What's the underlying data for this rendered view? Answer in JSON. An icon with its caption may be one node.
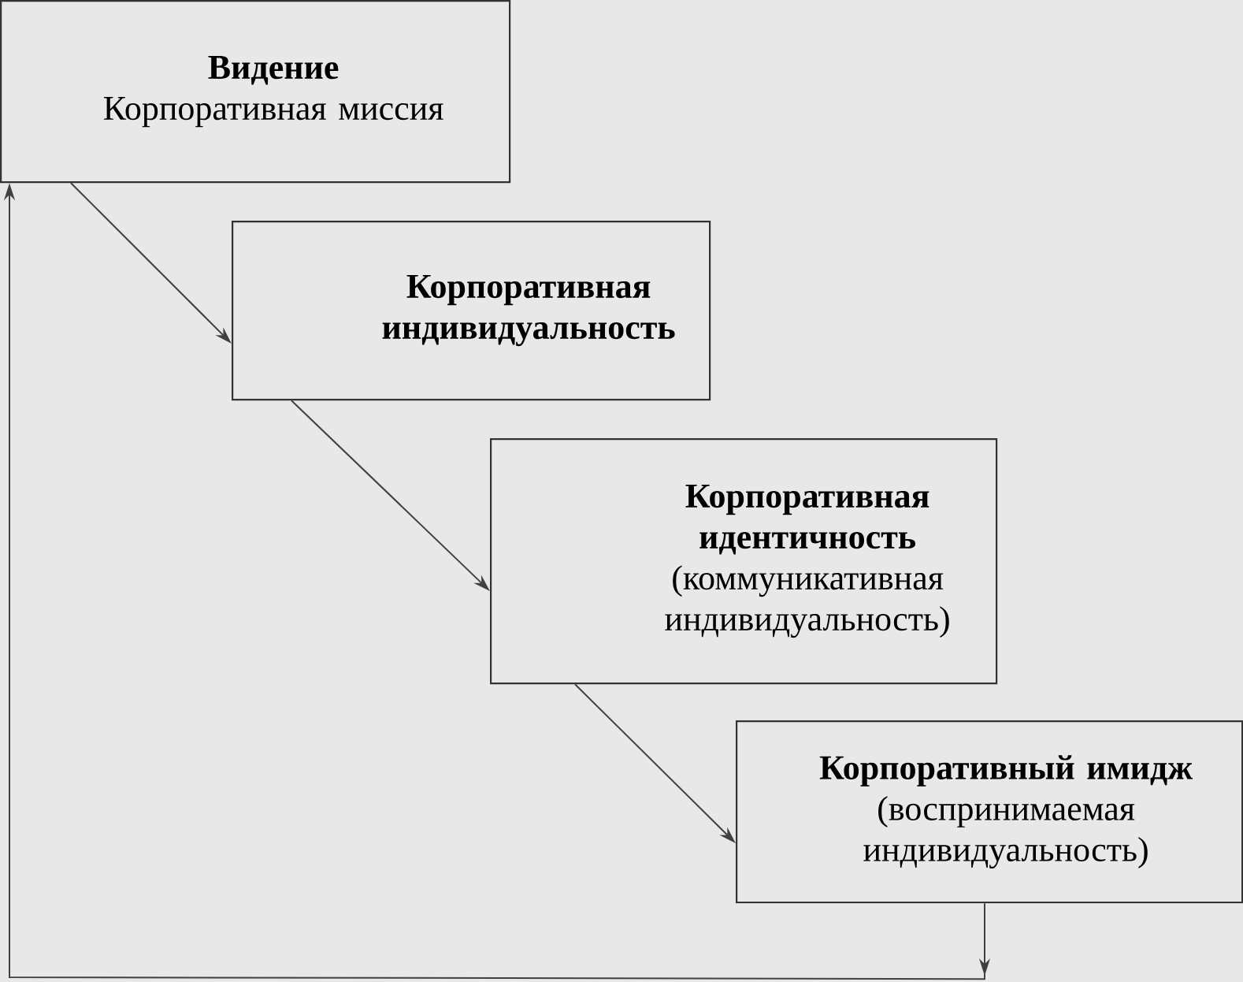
{
  "diagram": {
    "nodes": [
      {
        "text": [
          "Видение",
          "Корпоративная миссия"
        ]
      },
      {
        "text": [
          "Корпоративная индивидуальность"
        ]
      },
      {
        "text": [
          "Корпоративная идентичность",
          "(коммуникативная индивидуальность)"
        ]
      },
      {
        "text": [
          "Корпоративный имидж",
          "(воспринимаемая индивидуальность)"
        ]
      }
    ],
    "edges": [
      {
        "from": 0,
        "to": 1,
        "arrow": "to"
      },
      {
        "from": 1,
        "to": 2,
        "arrow": "to"
      },
      {
        "from": 2,
        "to": 3,
        "arrow": "to"
      },
      {
        "from": 3,
        "to": 0,
        "arrow": "to"
      }
    ]
  }
}
